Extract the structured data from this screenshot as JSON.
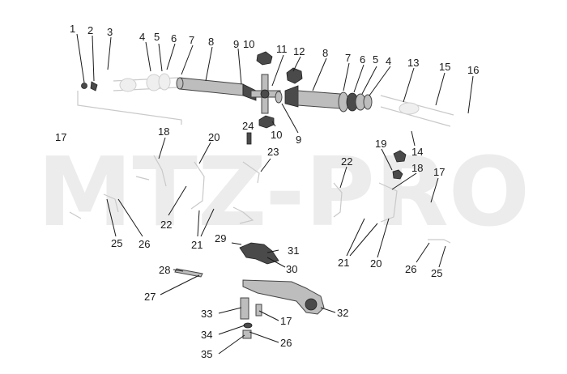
{
  "watermark": "MTZ-PRO",
  "labels": [
    {
      "id": "l1",
      "text": "1"
    },
    {
      "id": "l2",
      "text": "2"
    },
    {
      "id": "l3",
      "text": "3"
    },
    {
      "id": "l4a",
      "text": "4"
    },
    {
      "id": "l5a",
      "text": "5"
    },
    {
      "id": "l6a",
      "text": "6"
    },
    {
      "id": "l7a",
      "text": "7"
    },
    {
      "id": "l8a",
      "text": "8"
    },
    {
      "id": "l9a",
      "text": "9"
    },
    {
      "id": "l10a",
      "text": "10"
    },
    {
      "id": "l11",
      "text": "11"
    },
    {
      "id": "l12",
      "text": "12"
    },
    {
      "id": "l8b",
      "text": "8"
    },
    {
      "id": "l7b",
      "text": "7"
    },
    {
      "id": "l6b",
      "text": "6"
    },
    {
      "id": "l5b",
      "text": "5"
    },
    {
      "id": "l4b",
      "text": "4"
    },
    {
      "id": "l13",
      "text": "13"
    },
    {
      "id": "l15",
      "text": "15"
    },
    {
      "id": "l16",
      "text": "16"
    },
    {
      "id": "l17a",
      "text": "17"
    },
    {
      "id": "l18a",
      "text": "18"
    },
    {
      "id": "l24",
      "text": "24"
    },
    {
      "id": "l10b",
      "text": "10"
    },
    {
      "id": "l9b",
      "text": "9"
    },
    {
      "id": "l20a",
      "text": "20"
    },
    {
      "id": "l19",
      "text": "19"
    },
    {
      "id": "l14",
      "text": "14"
    },
    {
      "id": "l23",
      "text": "23"
    },
    {
      "id": "l22a",
      "text": "22"
    },
    {
      "id": "l22b",
      "text": "22"
    },
    {
      "id": "l18b",
      "text": "18"
    },
    {
      "id": "l17b",
      "text": "17"
    },
    {
      "id": "l21a",
      "text": "21"
    },
    {
      "id": "l25a",
      "text": "25"
    },
    {
      "id": "l26a",
      "text": "26"
    },
    {
      "id": "l29",
      "text": "29"
    },
    {
      "id": "l31",
      "text": "31"
    },
    {
      "id": "l30",
      "text": "30"
    },
    {
      "id": "l21b",
      "text": "21"
    },
    {
      "id": "l20b",
      "text": "20"
    },
    {
      "id": "l26b",
      "text": "26"
    },
    {
      "id": "l25b",
      "text": "25"
    },
    {
      "id": "l28",
      "text": "28"
    },
    {
      "id": "l27",
      "text": "27"
    },
    {
      "id": "l33",
      "text": "33"
    },
    {
      "id": "l32",
      "text": "32"
    },
    {
      "id": "l17c",
      "text": "17"
    },
    {
      "id": "l34",
      "text": "34"
    },
    {
      "id": "l26c",
      "text": "26"
    },
    {
      "id": "l35",
      "text": "35"
    }
  ]
}
